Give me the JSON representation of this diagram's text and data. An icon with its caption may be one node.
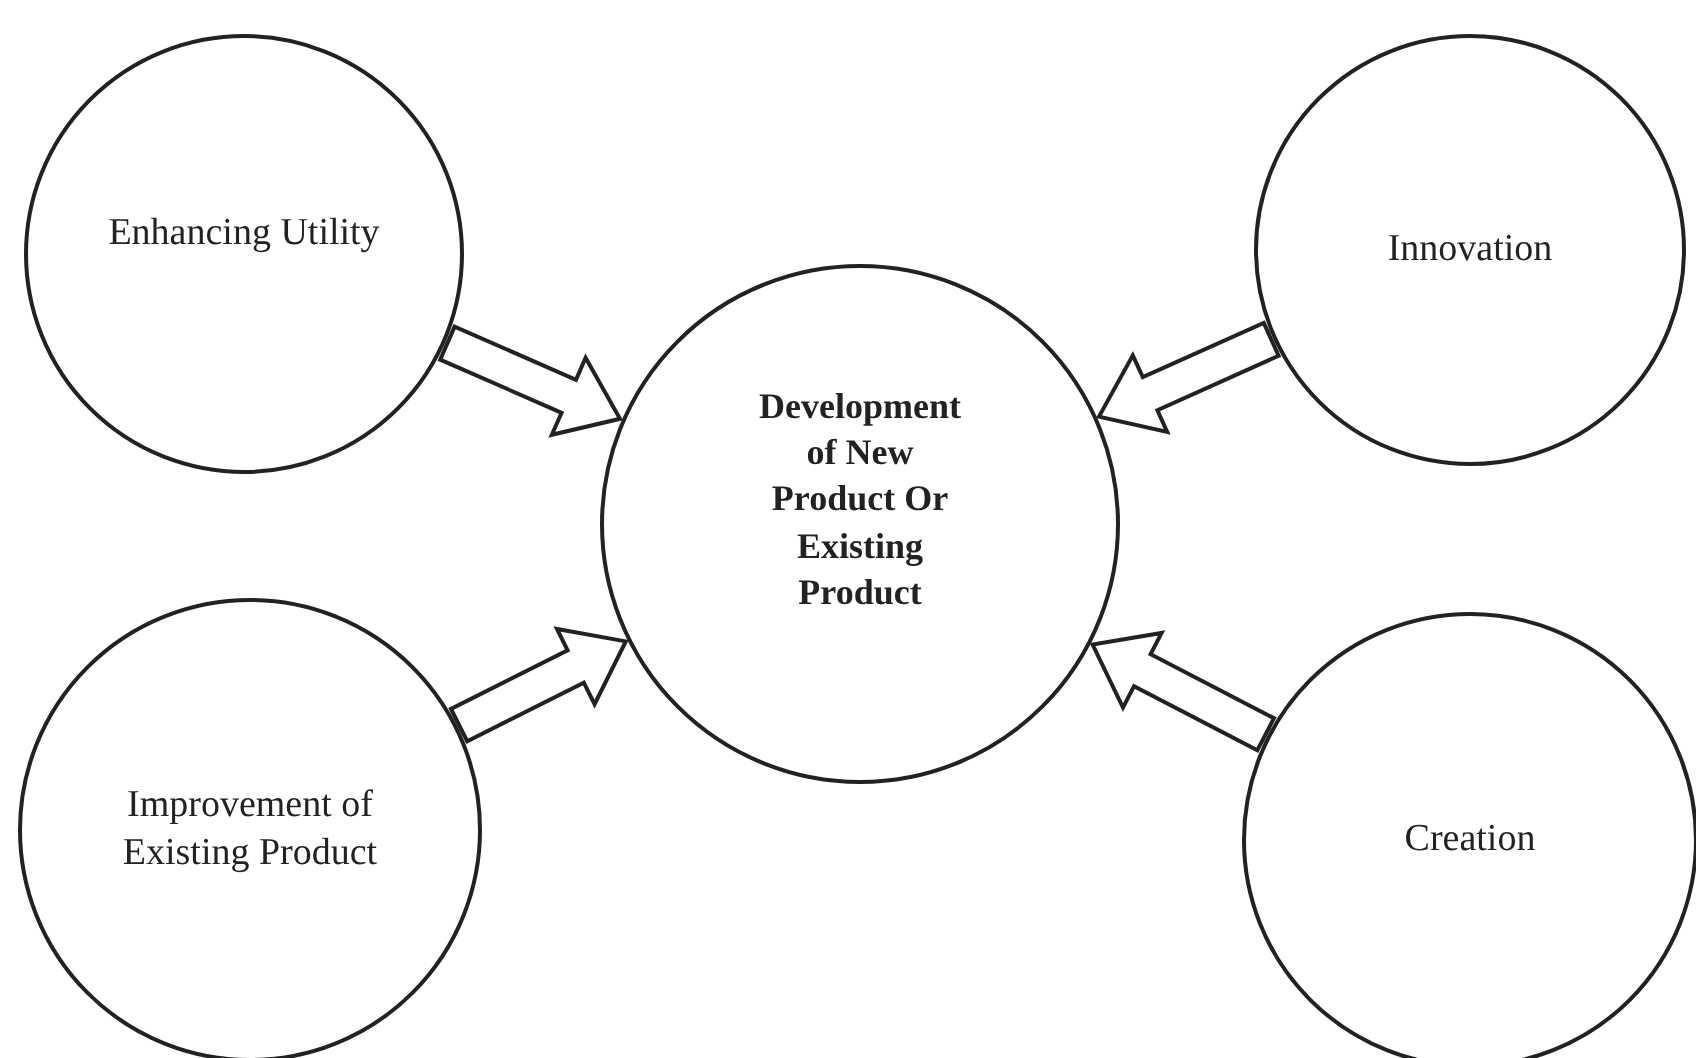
{
  "diagram": {
    "nodes": [
      {
        "text": [
          "Enhancing Utility"
        ]
      },
      {
        "text": [
          "Innovation"
        ]
      },
      {
        "text": [
          "Development of New Product Or Existing Product"
        ]
      },
      {
        "text": [
          "Improvement of Existing Product"
        ]
      },
      {
        "text": [
          "Creation"
        ]
      }
    ],
    "edges": [
      {
        "from": 0,
        "to": 2,
        "arrow": "to"
      },
      {
        "from": 1,
        "to": 2,
        "arrow": "to"
      },
      {
        "from": 3,
        "to": 2,
        "arrow": "to"
      },
      {
        "from": 4,
        "to": 2,
        "arrow": "to"
      }
    ]
  }
}
